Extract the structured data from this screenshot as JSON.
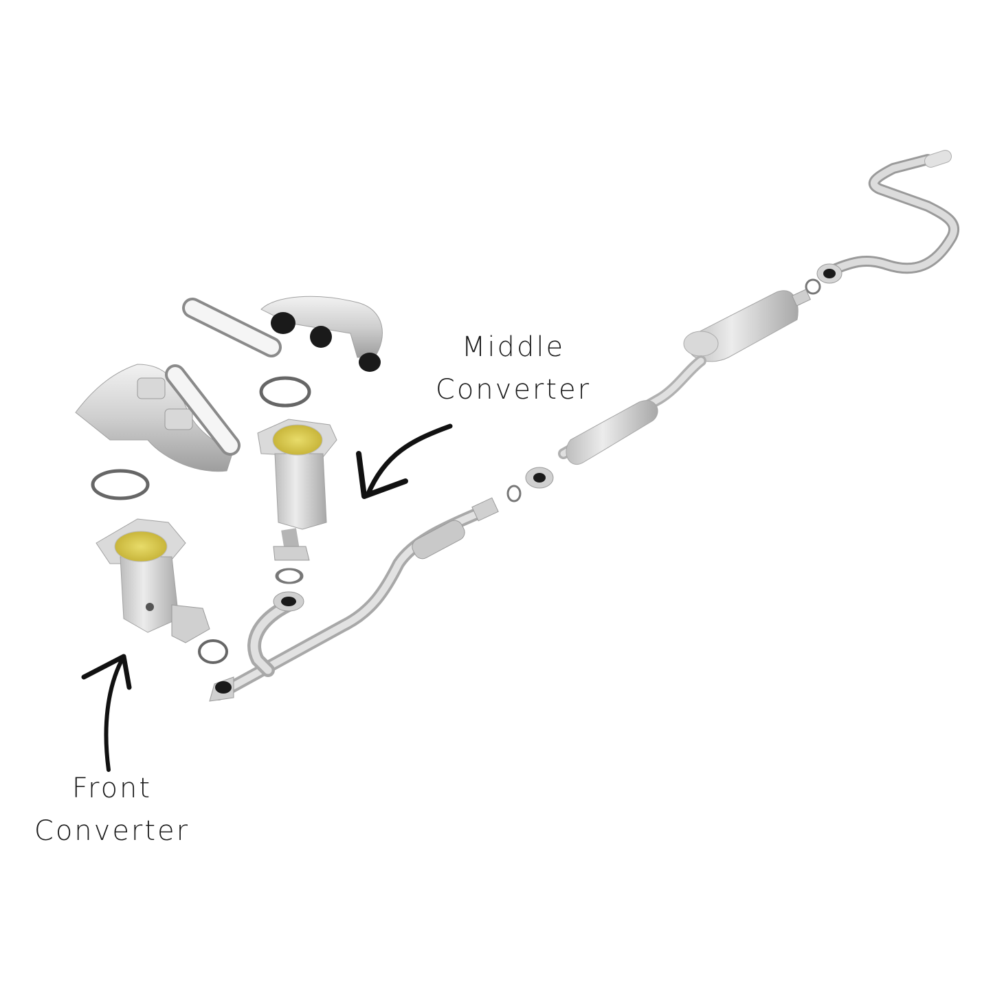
{
  "diagram": {
    "type": "exploded-view",
    "subject": "exhaust system",
    "colors": {
      "background": "#ffffff",
      "metal_light": "#e6e6e6",
      "metal_mid": "#c8c8c8",
      "metal_dark": "#9a9a9a",
      "catalyst": "#d9c84a",
      "gasket": "#7a7a7a",
      "port": "#1a1a1a",
      "arrow": "#111111",
      "text": "#1a1a1a"
    },
    "labels": {
      "middle": {
        "line1": "Middle",
        "line2": "Converter"
      },
      "front": {
        "line1": "Front",
        "line2": "Converter"
      }
    },
    "components": [
      "rear-exhaust-manifold",
      "rear-manifold-gasket",
      "front-exhaust-manifold",
      "front-manifold-gasket",
      "middle-converter",
      "front-converter",
      "y-pipe",
      "flex-pipe",
      "resonator",
      "muffler",
      "tailpipe"
    ]
  }
}
